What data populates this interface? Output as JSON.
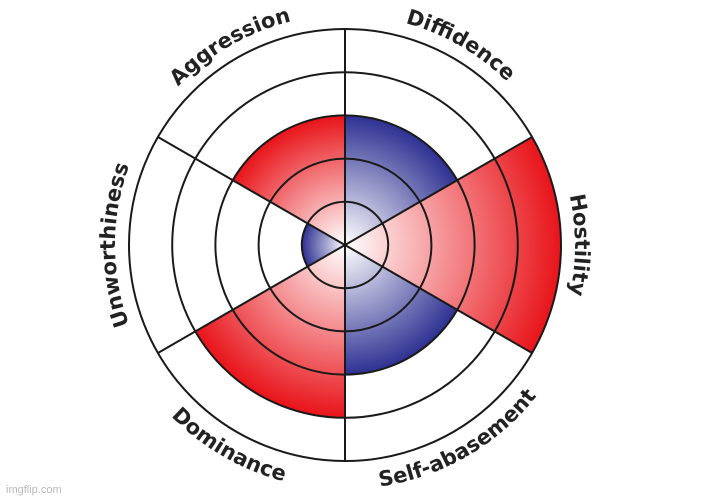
{
  "chart_data": {
    "type": "polar-area",
    "max_value": 5,
    "ring_count": 5,
    "categories": [
      "Diffidence",
      "Hostility",
      "Self-abasement",
      "Dominance",
      "Unworthiness",
      "Aggression"
    ],
    "values": [
      3,
      5,
      3,
      4,
      1,
      3
    ],
    "sector_colors": [
      "#2e3192",
      "#e8141a",
      "#2e3192",
      "#e8141a",
      "#2e3192",
      "#e8141a"
    ],
    "grid": true,
    "legend": "none"
  },
  "watermark": "imgflip.com"
}
